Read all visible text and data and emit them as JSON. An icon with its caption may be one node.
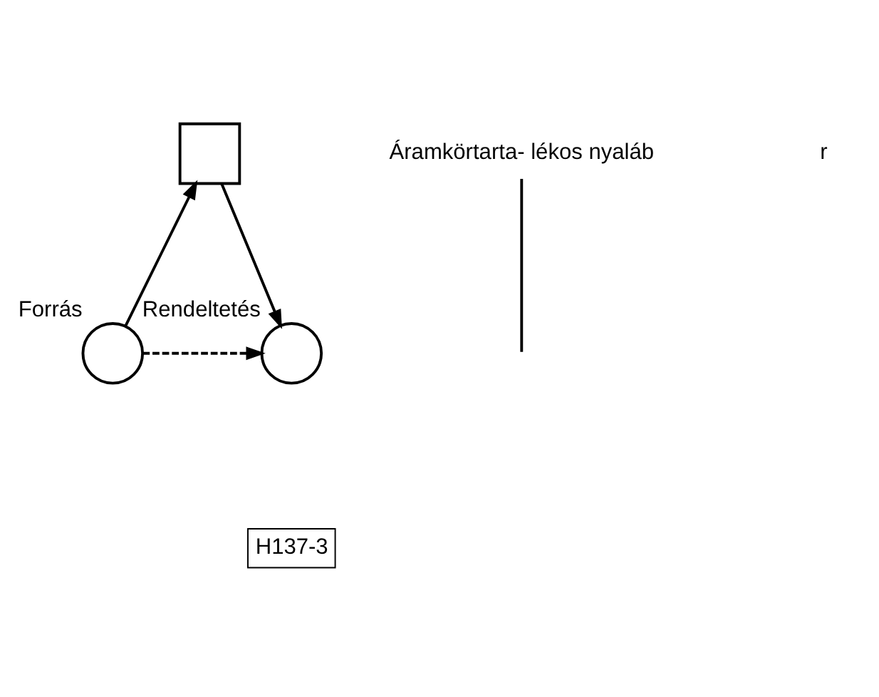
{
  "diagram": {
    "nodes": [
      {
        "text": [],
        "shape": "box"
      },
      {
        "text": [],
        "shape": "circle",
        "beside": [
          "Forrás"
        ]
      },
      {
        "text": [],
        "shape": "circle",
        "beside": [
          "Rendeltetés"
        ]
      },
      {
        "text": [
          "Áramkörtarta- lékos nyaláb"
        ]
      }
    ],
    "edges": [
      {
        "from": 1,
        "to": 0,
        "arrow": "to"
      },
      {
        "from": 0,
        "to": 2,
        "arrow": "to"
      },
      {
        "from": 1,
        "to": 2,
        "arrow": "to",
        "style": "dashed"
      },
      {
        "from": 3,
        "to": null,
        "arrow": "none"
      }
    ],
    "labels": [
      "r",
      "H137-3"
    ]
  }
}
